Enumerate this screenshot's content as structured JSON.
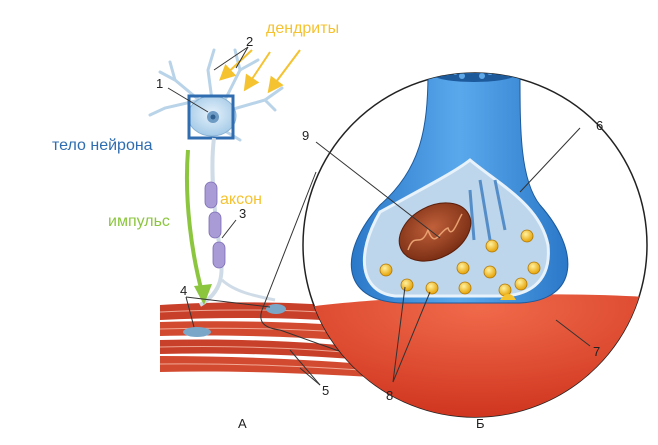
{
  "labels": {
    "dendrites": "дендриты",
    "neuron_body": "тело нейрона",
    "axon": "аксон",
    "impulse": "импульс"
  },
  "numbers": {
    "n1": "1",
    "n2": "2",
    "n3": "3",
    "n4": "4",
    "n5": "5",
    "n6": "6",
    "n7": "7",
    "n8": "8",
    "n9": "9"
  },
  "panels": {
    "a": "А",
    "b": "Б"
  },
  "colors": {
    "dendrites": "#f5c230",
    "neuron_body": "#2f6db0",
    "axon": "#f5c230",
    "impulse": "#8cc63f",
    "muscle": "#d8432a",
    "synapse": "#3f8fd6"
  }
}
